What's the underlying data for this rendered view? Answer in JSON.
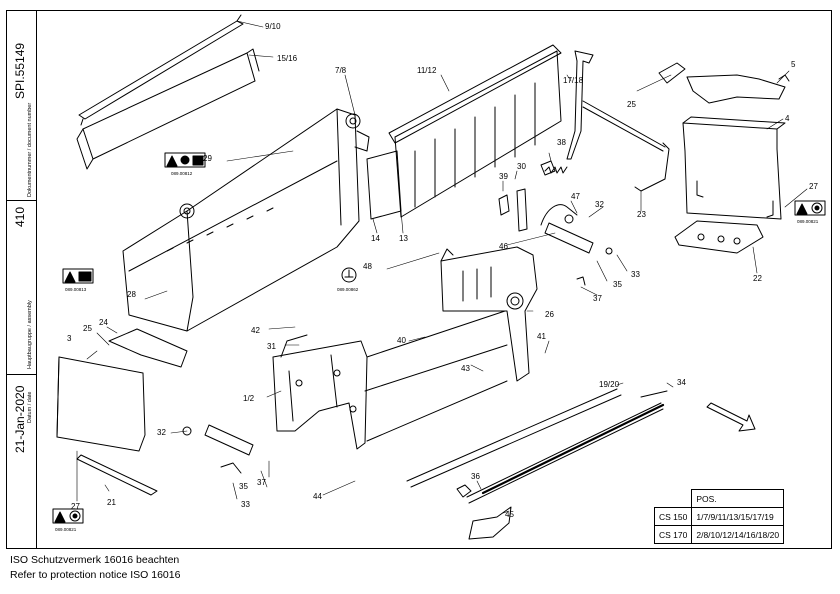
{
  "sidebar": {
    "document_number_label": "Dokumentnummer / document number",
    "document_number": "SPI.55149",
    "assembly_label": "Hauptbaugruppe / assembly",
    "assembly": "410",
    "date_label": "Datum / date",
    "date": "21-Jan-2020"
  },
  "callouts": [
    "9/10",
    "15/16",
    "7/8",
    "11/12",
    "17/18",
    "5",
    "25",
    "4",
    "29",
    "30",
    "38",
    "39",
    "47",
    "27",
    "32",
    "23",
    "14",
    "13",
    "46",
    "48",
    "33",
    "35",
    "22",
    "28",
    "37",
    "26",
    "42",
    "40",
    "41",
    "31",
    "3",
    "25",
    "24",
    "43",
    "1/2",
    "19/20",
    "34",
    "32",
    "37",
    "35",
    "33",
    "44",
    "36",
    "27",
    "21",
    "45"
  ],
  "warning_codes": [
    "089.00812",
    "089.00813",
    "089.00862",
    "089.00821",
    "089.00821"
  ],
  "pos_table": {
    "header": "POS.",
    "rows": [
      {
        "model": "CS 150",
        "positions": "1/7/9/11/13/15/17/19"
      },
      {
        "model": "CS 170",
        "positions": "2/8/10/12/14/16/18/20"
      }
    ]
  },
  "footer": {
    "line1": "ISO Schutzvermerk 16016 beachten",
    "line2": "Refer to protection notice ISO 16016"
  }
}
